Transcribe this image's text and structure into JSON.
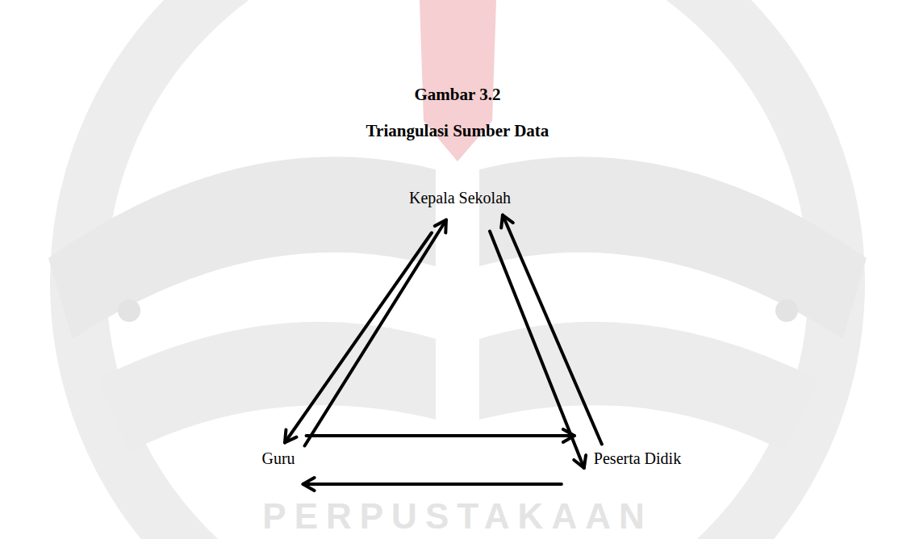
{
  "diagram": {
    "title": "Gambar 3.2",
    "caption": "Triangulasi Sumber Data",
    "nodes": [
      {
        "text": [
          "Kepala Sekolah"
        ]
      },
      {
        "text": [
          "Guru"
        ]
      },
      {
        "text": [
          "Peserta Didik"
        ]
      }
    ],
    "edges": [
      {
        "from": 0,
        "to": 1,
        "arrow": "to"
      },
      {
        "from": 1,
        "to": 0,
        "arrow": "to"
      },
      {
        "from": 0,
        "to": 2,
        "arrow": "to"
      },
      {
        "from": 2,
        "to": 0,
        "arrow": "to"
      },
      {
        "from": 1,
        "to": 2,
        "arrow": "to"
      },
      {
        "from": 2,
        "to": 1,
        "arrow": "to"
      }
    ],
    "labels": [
      "PERPUSTAKAAN"
    ]
  }
}
